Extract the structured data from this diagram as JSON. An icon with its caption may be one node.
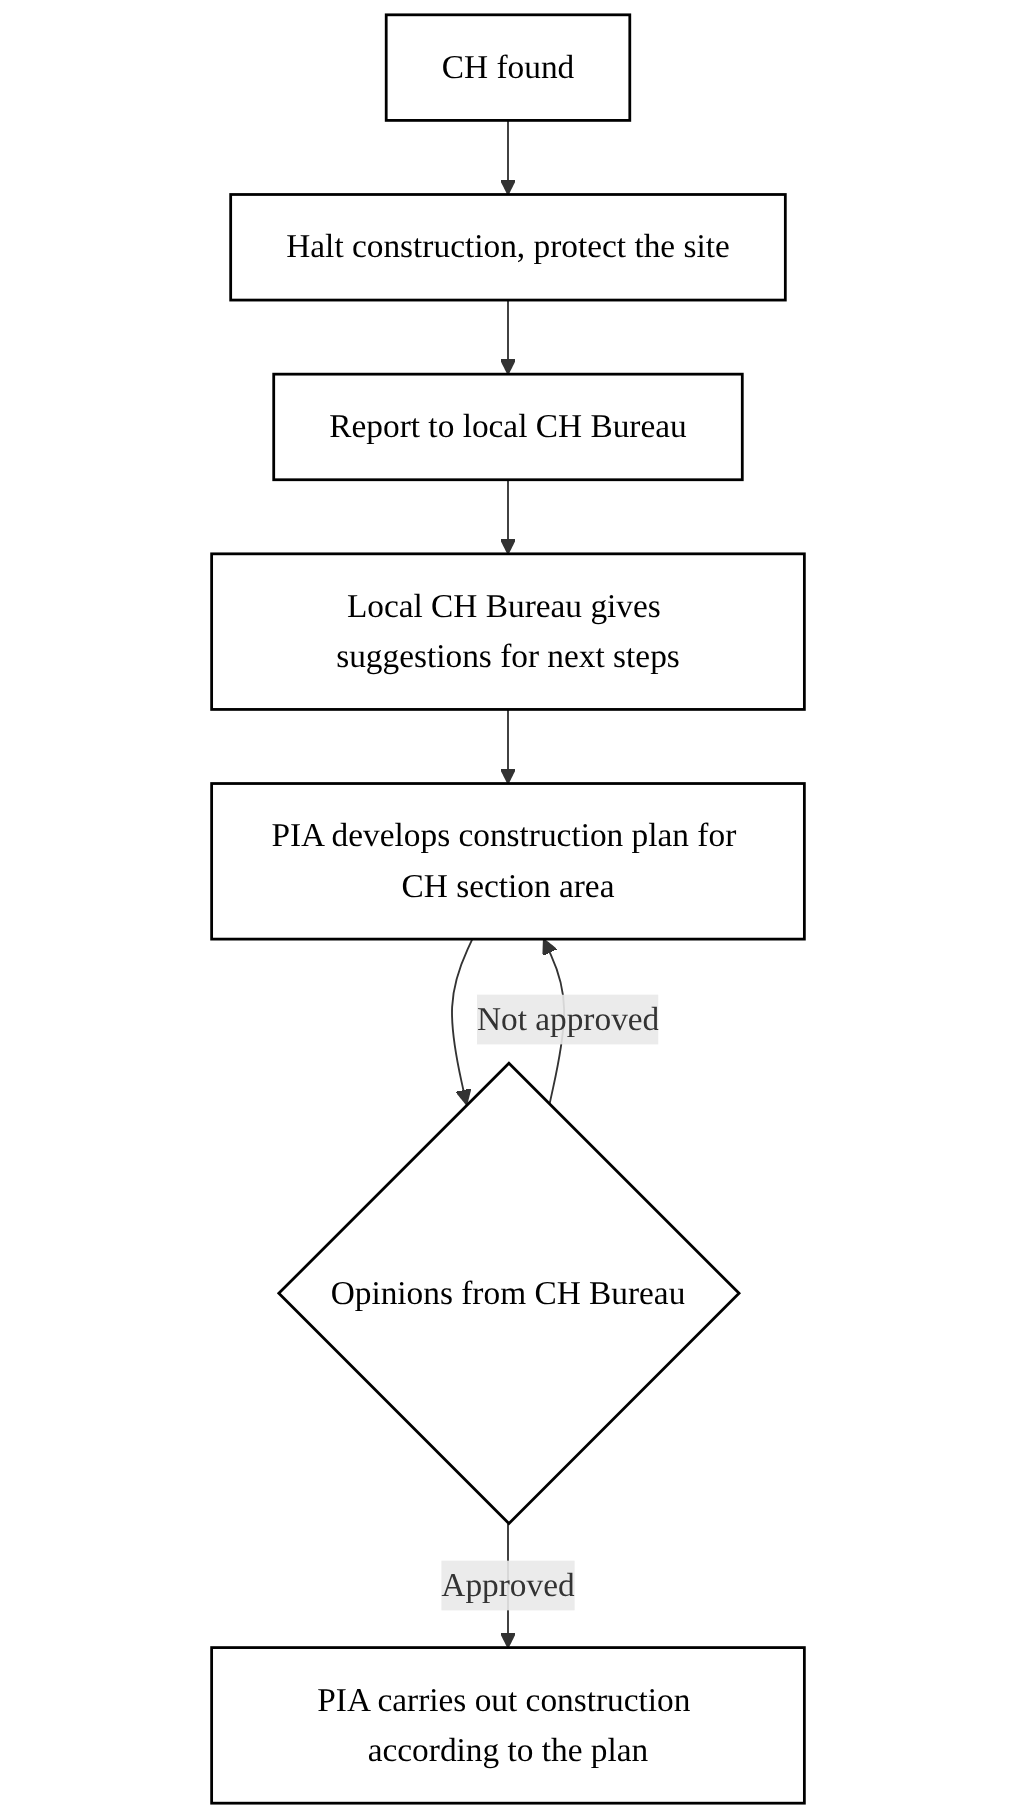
{
  "diagram": {
    "nodes": [
      {
        "text": [
          "CH found"
        ]
      },
      {
        "text": [
          "Halt construction, protect the site"
        ]
      },
      {
        "text": [
          "Report to local CH Bureau"
        ]
      },
      {
        "text": [
          "Local CH Bureau gives suggestions for next steps"
        ]
      },
      {
        "text": [
          "PIA develops construction plan for CH section area"
        ]
      },
      {
        "text": [
          "Opinions from CH Bureau"
        ]
      },
      {
        "text": [
          "PIA carries out construction according to the plan"
        ]
      }
    ],
    "edges": [
      {
        "from": 0,
        "to": 1,
        "arrow": "to"
      },
      {
        "from": 1,
        "to": 2,
        "arrow": "to"
      },
      {
        "from": 2,
        "to": 3,
        "arrow": "to"
      },
      {
        "from": 3,
        "to": 4,
        "arrow": "to"
      },
      {
        "from": 4,
        "to": 5,
        "arrow": "to"
      },
      {
        "from": 5,
        "to": 4,
        "arrow": "to",
        "label": "Not approved"
      },
      {
        "from": 5,
        "to": 6,
        "arrow": "to",
        "label": "Approved"
      }
    ]
  }
}
